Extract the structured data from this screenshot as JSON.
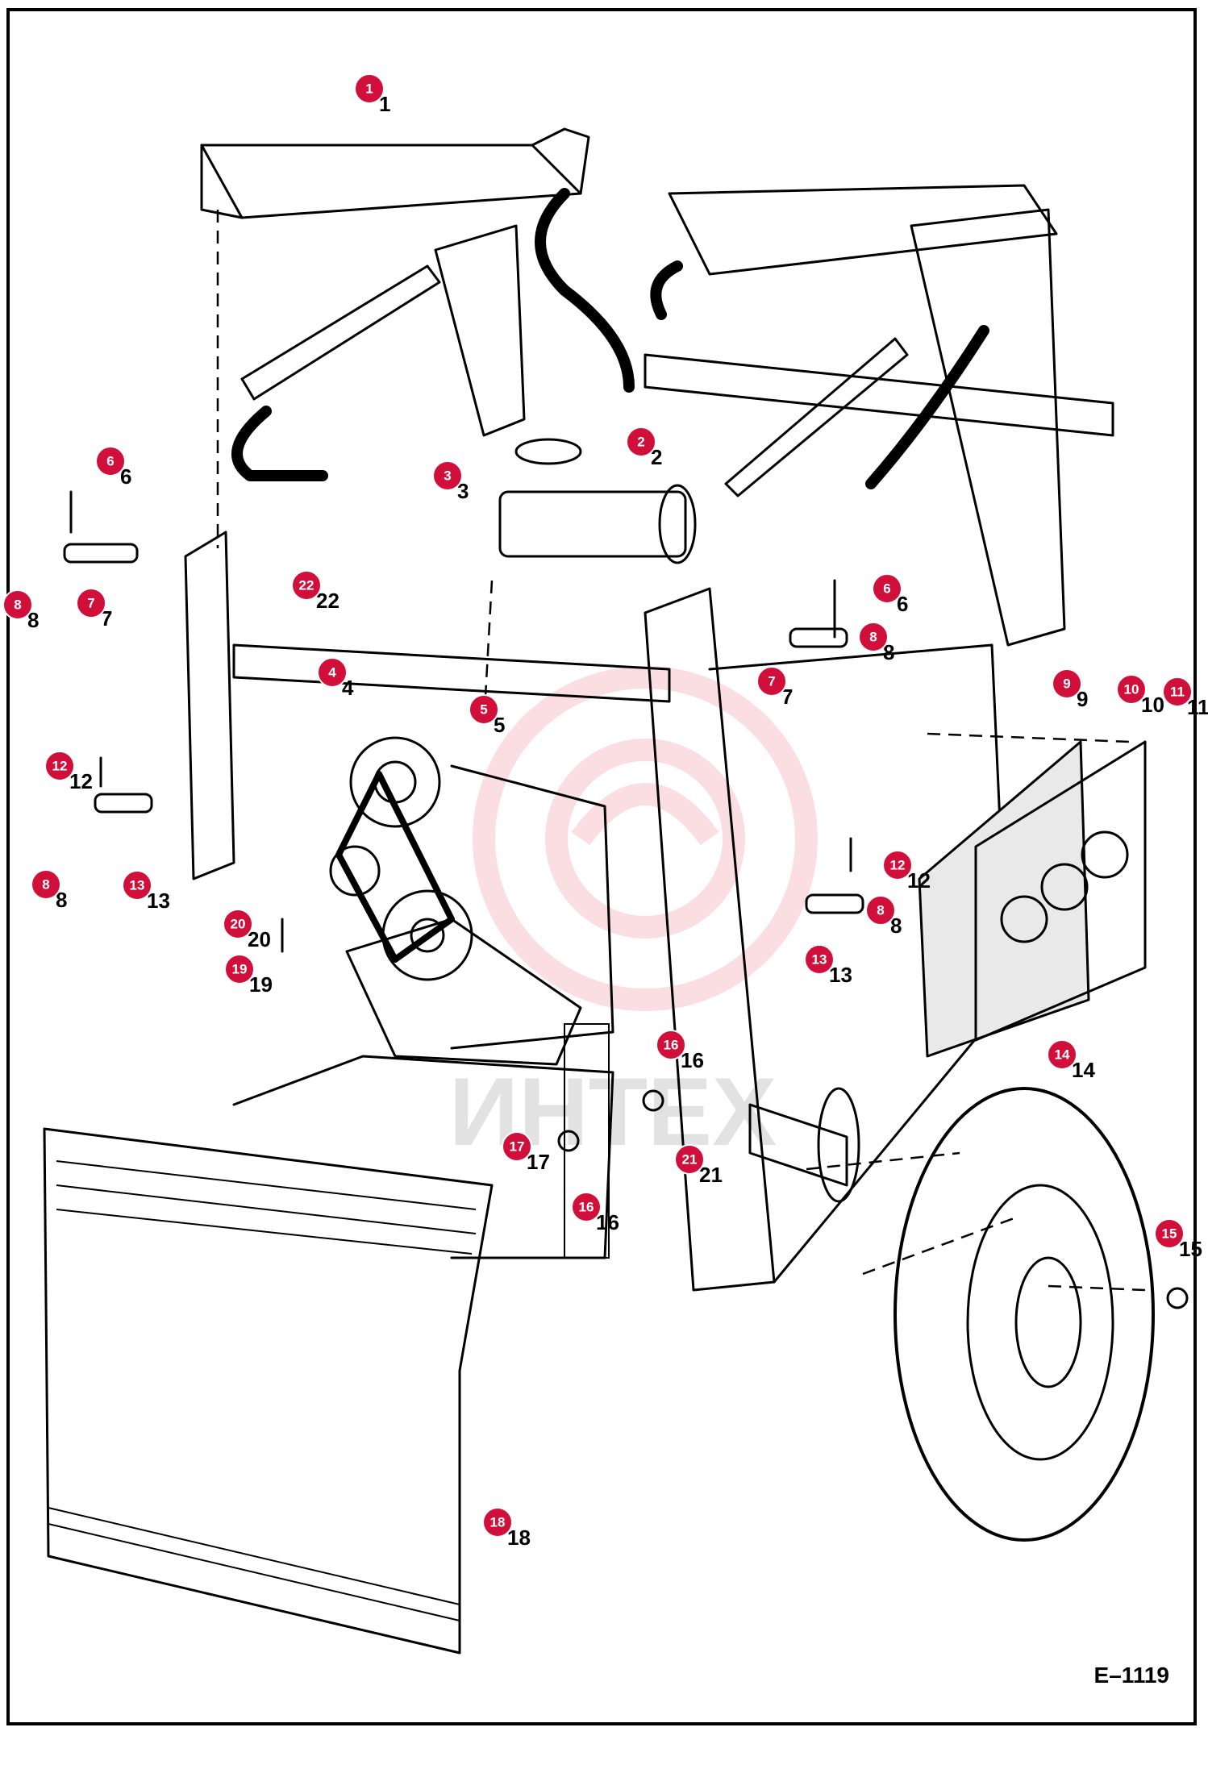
{
  "figure_code": "E–1119",
  "watermark_text": "ИНТЕХ",
  "colors": {
    "callout": "#d0103a",
    "line": "#000000",
    "watermark": "#f08a96"
  },
  "callouts": [
    {
      "label": "1"
    },
    {
      "label": "2"
    },
    {
      "label": "3"
    },
    {
      "label": "6"
    },
    {
      "label": "8"
    },
    {
      "label": "7"
    },
    {
      "label": "22"
    },
    {
      "label": "4"
    },
    {
      "label": "5"
    },
    {
      "label": "6"
    },
    {
      "label": "8"
    },
    {
      "label": "7"
    },
    {
      "label": "9"
    },
    {
      "label": "10"
    },
    {
      "label": "11"
    },
    {
      "label": "12"
    },
    {
      "label": "8"
    },
    {
      "label": "13"
    },
    {
      "label": "12"
    },
    {
      "label": "8"
    },
    {
      "label": "13"
    },
    {
      "label": "20"
    },
    {
      "label": "19"
    },
    {
      "label": "16"
    },
    {
      "label": "14"
    },
    {
      "label": "17"
    },
    {
      "label": "21"
    },
    {
      "label": "16"
    },
    {
      "label": "15"
    },
    {
      "label": "18"
    }
  ]
}
